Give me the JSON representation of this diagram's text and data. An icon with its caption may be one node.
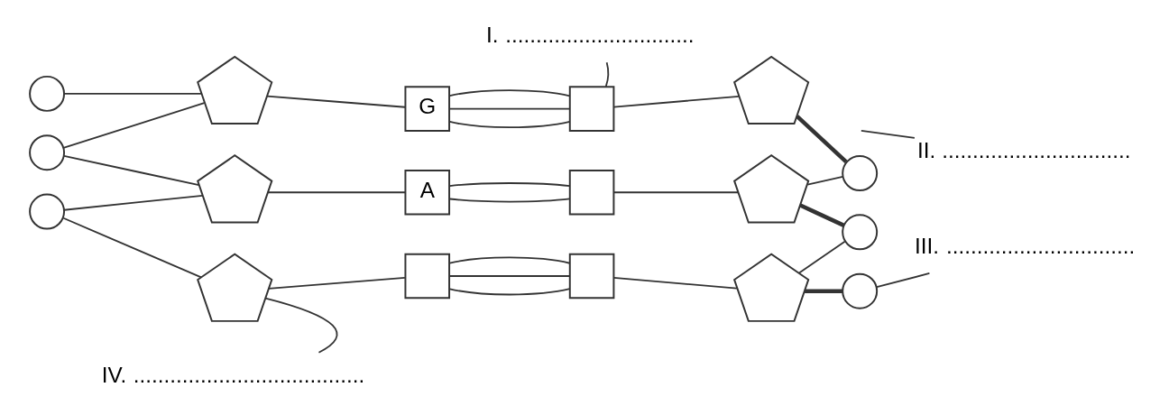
{
  "diagram": {
    "nodes": [
      {
        "text": [],
        "shape": "circle"
      },
      {
        "text": [],
        "shape": "pentagon"
      },
      {
        "text": [
          "G"
        ]
      },
      {
        "text": [],
        "shape": "box"
      },
      {
        "text": [],
        "shape": "pentagon"
      },
      {
        "text": [],
        "shape": "circle"
      },
      {
        "text": [],
        "shape": "circle"
      },
      {
        "text": [],
        "shape": "pentagon"
      },
      {
        "text": [
          "A"
        ]
      },
      {
        "text": [],
        "shape": "box"
      },
      {
        "text": [],
        "shape": "pentagon"
      },
      {
        "text": [],
        "shape": "circle"
      },
      {
        "text": [],
        "shape": "circle"
      },
      {
        "text": [],
        "shape": "pentagon"
      },
      {
        "text": [],
        "shape": "box"
      },
      {
        "text": [],
        "shape": "box"
      },
      {
        "text": [],
        "shape": "pentagon"
      },
      {
        "text": [],
        "shape": "circle"
      },
      {
        "text": [
          "I."
        ],
        "beside": [
          "..............................."
        ]
      },
      {
        "text": [
          "II."
        ],
        "beside": [
          "..............................."
        ]
      },
      {
        "text": [
          "III."
        ],
        "beside": [
          "..............................."
        ]
      },
      {
        "text": [
          "IV."
        ],
        "beside": [
          "......................................"
        ]
      }
    ],
    "edges": [
      {
        "from": 0,
        "to": 1,
        "arrow": "none"
      },
      {
        "from": 1,
        "to": 2,
        "arrow": "none"
      },
      {
        "from": 2,
        "to": 3,
        "arrow": "none"
      },
      {
        "from": 2,
        "to": 3,
        "arrow": "none"
      },
      {
        "from": 2,
        "to": 3,
        "arrow": "none"
      },
      {
        "from": 3,
        "to": 4,
        "arrow": "none"
      },
      {
        "from": 4,
        "to": 6,
        "arrow": "none",
        "style": "thick"
      },
      {
        "from": 1,
        "to": 5,
        "arrow": "none"
      },
      {
        "from": 5,
        "to": 7,
        "arrow": "none"
      },
      {
        "from": 6,
        "to": 10,
        "arrow": "none"
      },
      {
        "from": 7,
        "to": 8,
        "arrow": "none"
      },
      {
        "from": 8,
        "to": 9,
        "arrow": "none"
      },
      {
        "from": 8,
        "to": 9,
        "arrow": "none"
      },
      {
        "from": 9,
        "to": 10,
        "arrow": "none"
      },
      {
        "from": 10,
        "to": 12,
        "arrow": "none",
        "style": "thick"
      },
      {
        "from": 7,
        "to": 11,
        "arrow": "none"
      },
      {
        "from": 11,
        "to": 13,
        "arrow": "none"
      },
      {
        "from": 12,
        "to": 16,
        "arrow": "none"
      },
      {
        "from": 13,
        "to": 14,
        "arrow": "none"
      },
      {
        "from": 14,
        "to": 15,
        "arrow": "none"
      },
      {
        "from": 14,
        "to": 15,
        "arrow": "none"
      },
      {
        "from": 14,
        "to": 15,
        "arrow": "none"
      },
      {
        "from": 15,
        "to": 16,
        "arrow": "none"
      },
      {
        "from": 16,
        "to": 17,
        "arrow": "none",
        "style": "thick"
      },
      {
        "from": 18,
        "to": 3,
        "arrow": "none"
      },
      {
        "from": 19,
        "to": null,
        "arrow": "none"
      },
      {
        "from": 20,
        "to": 17,
        "arrow": "none"
      },
      {
        "from": 21,
        "to": 13,
        "arrow": "none"
      }
    ]
  }
}
